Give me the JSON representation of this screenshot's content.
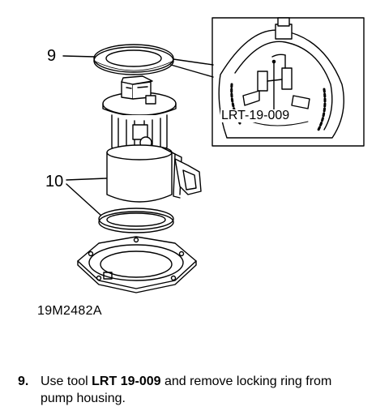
{
  "figure": {
    "callout_9": "9",
    "callout_10": "10",
    "inset_label": "LRT-19-009",
    "figure_ref": "19M2482A"
  },
  "instruction": {
    "step_number": "9.",
    "text_before": "Use tool ",
    "tool": "LRT 19-009",
    "text_after": " and remove locking ring from pump housing."
  }
}
